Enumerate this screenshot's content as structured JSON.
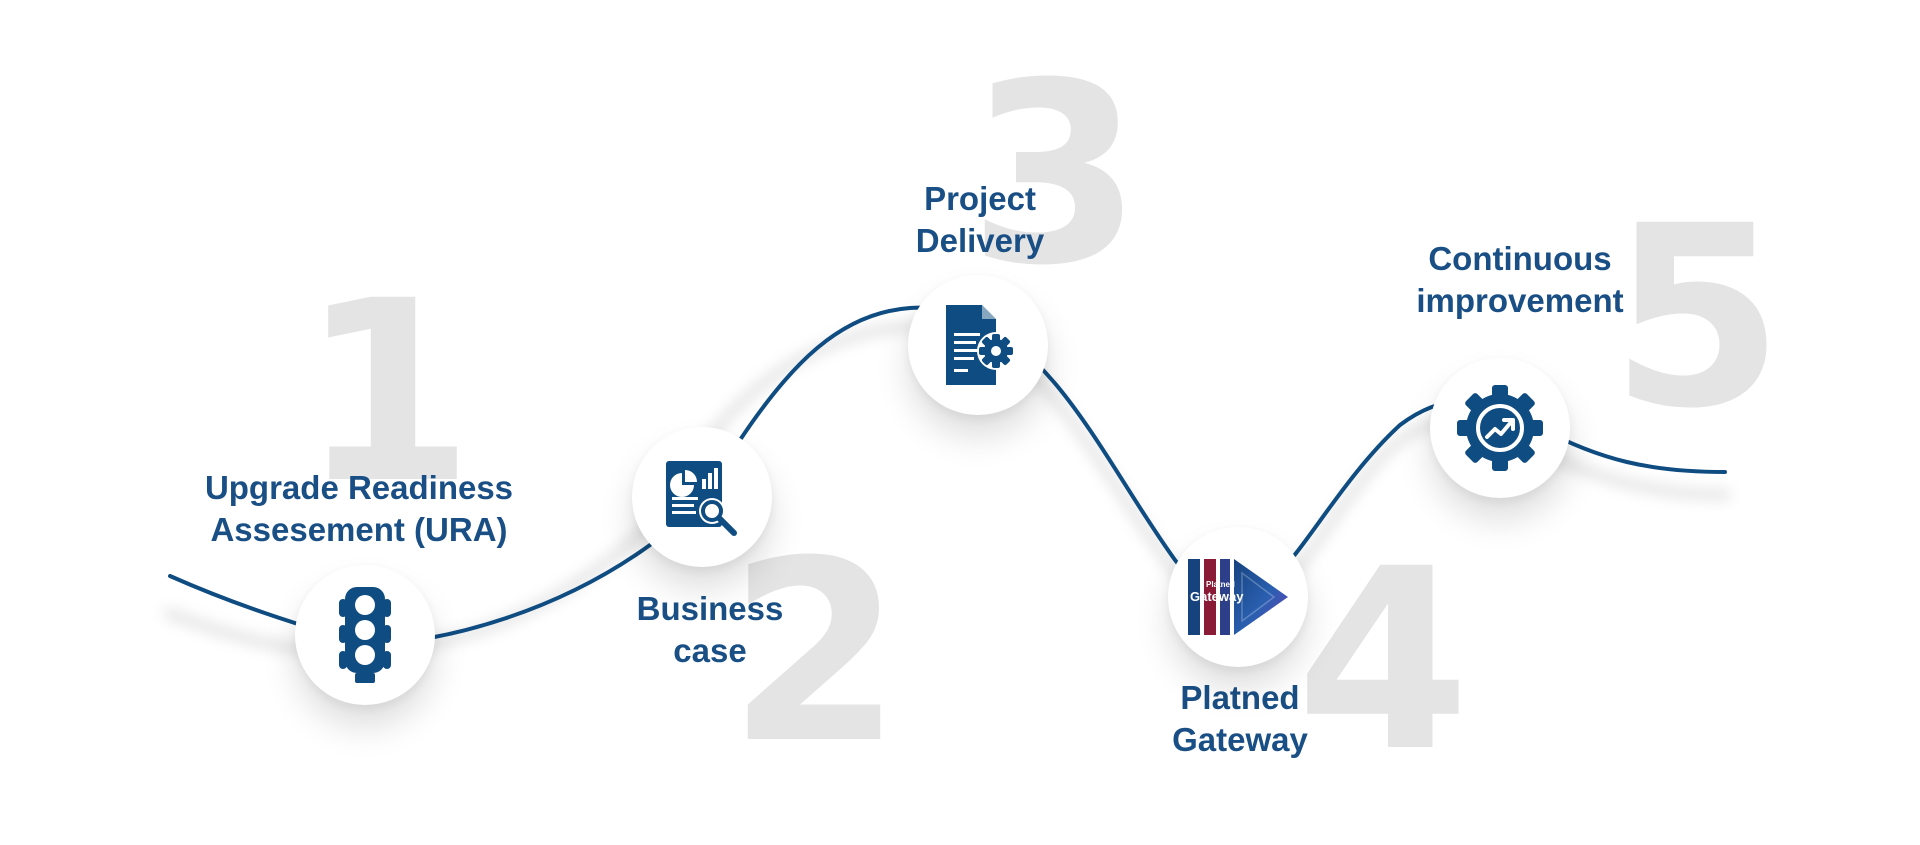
{
  "colors": {
    "primary": "#0f4c81",
    "label": "#1a4f85",
    "number": "#e4e4e4",
    "gateway_red": "#8a1b36",
    "gateway_purple": "#6a3fb6",
    "gateway_blue": "#16427e"
  },
  "steps": [
    {
      "number": "1",
      "label_lines": [
        "Upgrade Readiness",
        "Assesement (URA)"
      ],
      "icon": "traffic-light-icon"
    },
    {
      "number": "2",
      "label_lines": [
        "Business",
        "case"
      ],
      "icon": "report-search-icon"
    },
    {
      "number": "3",
      "label_lines": [
        "Project",
        "Delivery"
      ],
      "icon": "document-gear-icon"
    },
    {
      "number": "4",
      "label_lines": [
        "Platned",
        "Gateway"
      ],
      "icon": "platned-gateway-logo"
    },
    {
      "number": "5",
      "label_lines": [
        "Continuous",
        "improvement"
      ],
      "icon": "gear-growth-icon"
    }
  ],
  "logo": {
    "brand": "Platned",
    "product": "Gateway"
  }
}
